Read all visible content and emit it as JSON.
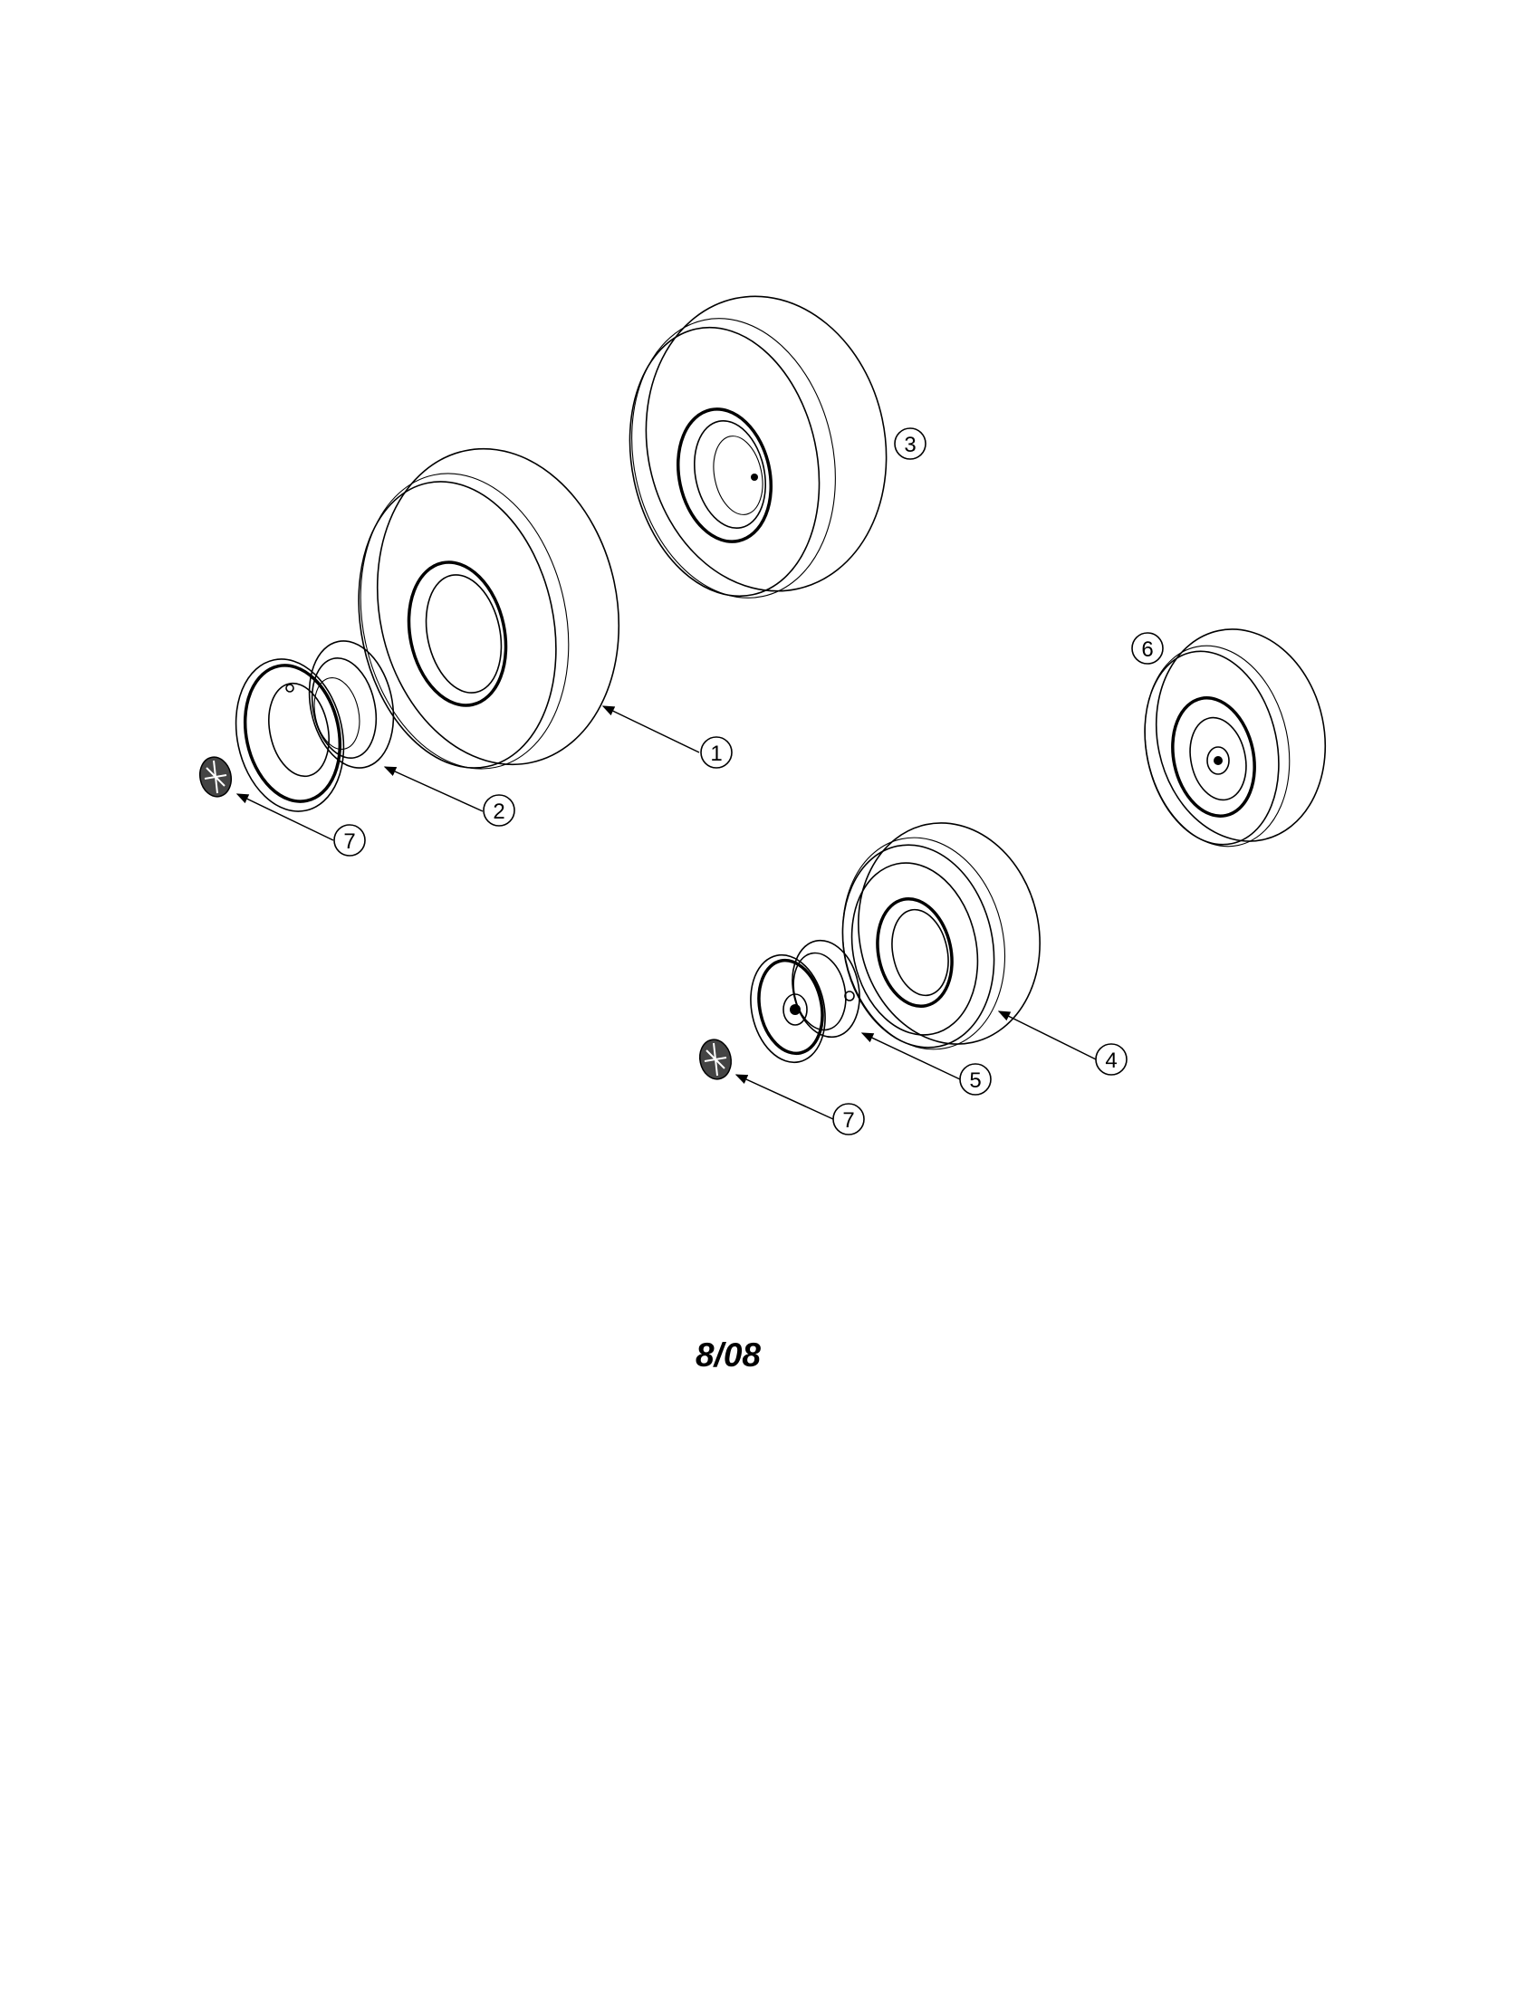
{
  "callouts": {
    "c1": "1",
    "c2": "2",
    "c3": "3",
    "c4": "4",
    "c5": "5",
    "c6": "6",
    "c7a": "7",
    "c7b": "7"
  },
  "footer": {
    "date": "8/08"
  }
}
